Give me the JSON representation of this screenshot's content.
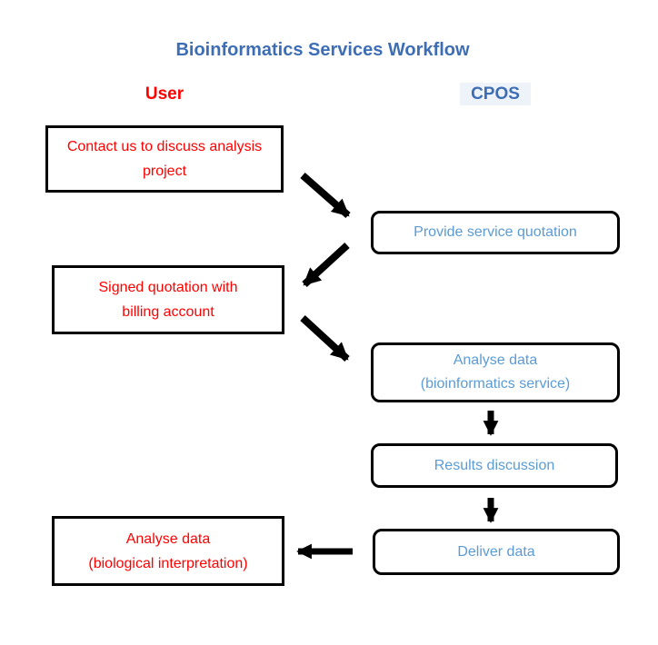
{
  "title": "Bioinformatics Services Workflow",
  "columns": {
    "user": "User",
    "cpos": "CPOS"
  },
  "boxes": {
    "contact": {
      "line1": "Contact us to discuss analysis",
      "line2": "project"
    },
    "provide": {
      "line1": "Provide service quotation"
    },
    "signed": {
      "line1": "Signed quotation with",
      "line2": "billing account"
    },
    "analyse_service": {
      "line1": "Analyse data",
      "line2": "(bioinformatics service)"
    },
    "results": {
      "line1": "Results discussion"
    },
    "deliver": {
      "line1": "Deliver data"
    },
    "analyse_bio": {
      "line1": "Analyse data",
      "line2": "(biological interpretation)"
    }
  },
  "colors": {
    "title_blue": "#3D6EB5",
    "box_text_blue": "#5B9BD5",
    "user_red": "#FF0000",
    "box_border": "#000000",
    "arrow_black": "#000000",
    "background": "#FFFFFF"
  }
}
